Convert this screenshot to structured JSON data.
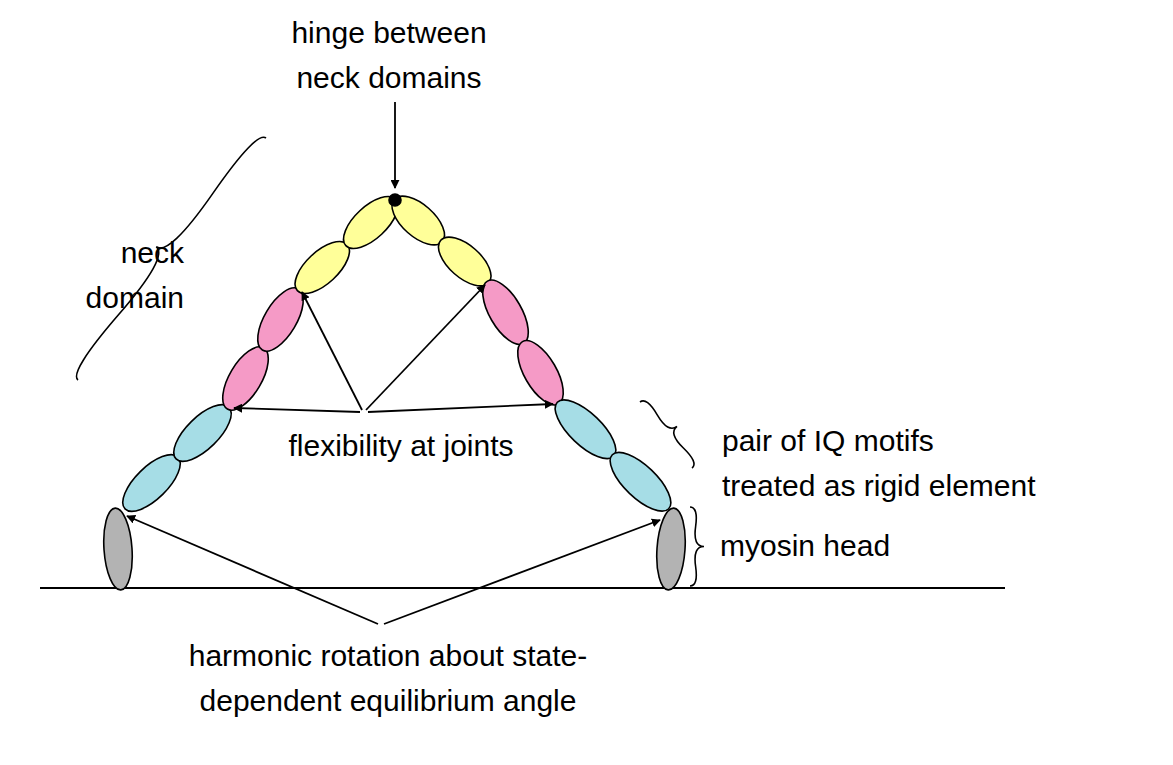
{
  "diagram": {
    "labels": [
      "hinge between neck domains",
      "neck domain",
      "pair of IQ motifs treated as rigid element",
      "flexibility at joints",
      "myosin head",
      "harmonic rotation about state-dependent equilibrium angle"
    ]
  }
}
